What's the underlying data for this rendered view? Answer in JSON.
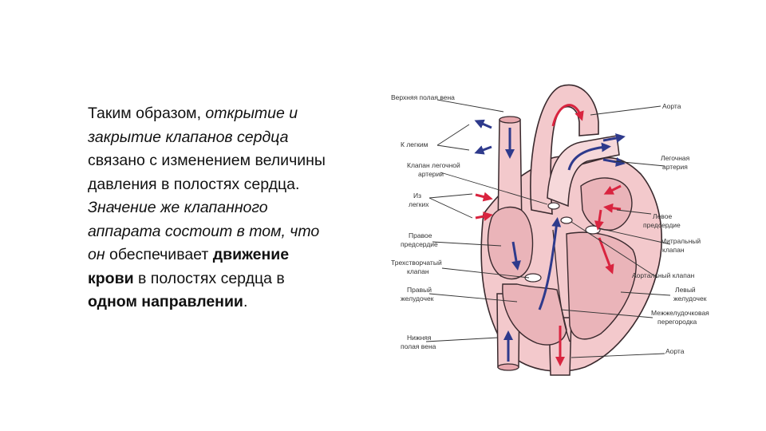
{
  "text": {
    "p1": "Таким образом, ",
    "p2": "открытие и закрытие клапанов сердца",
    "p3": " связано с изменением величины давления в полостях сердца. ",
    "p4": "Значение же клапанного аппарата состоит в том, что он",
    "p5": " обеспечивает ",
    "p6": "движение крови",
    "p7": " в полостях сердца в ",
    "p8": "одном направлении",
    "p9": "."
  },
  "diagram": {
    "labels": {
      "svc": "Верхняя полая вена",
      "to_lungs": "К легким",
      "pulm_valve_1": "Клапан легочной",
      "pulm_valve_2": "артерии",
      "from_lungs_1": "Из",
      "from_lungs_2": "легких",
      "ra_1": "Правое",
      "ra_2": "предсердие",
      "tric_1": "Трехстворчатый",
      "tric_2": "клапан",
      "rv_1": "Правый",
      "rv_2": "желудочек",
      "ivc_1": "Нижняя",
      "ivc_2": "полая вена",
      "aorta_top": "Аорта",
      "pa_1": "Легочная",
      "pa_2": "артерия",
      "la_1": "Левое",
      "la_2": "предсердие",
      "mitral_1": "Митральный",
      "mitral_2": "клапан",
      "aortic_valve": "Аортальный клапан",
      "lv_1": "Левый",
      "lv_2": "желудочек",
      "septum_1": "Межжелудочковая",
      "septum_2": "перегородка",
      "aorta_bottom": "Аорта"
    },
    "colors": {
      "oxygenated": "#d9243f",
      "deoxygenated": "#2e3a8c",
      "tissue": "#f3c9cc",
      "outline": "#3a2a2e"
    }
  }
}
